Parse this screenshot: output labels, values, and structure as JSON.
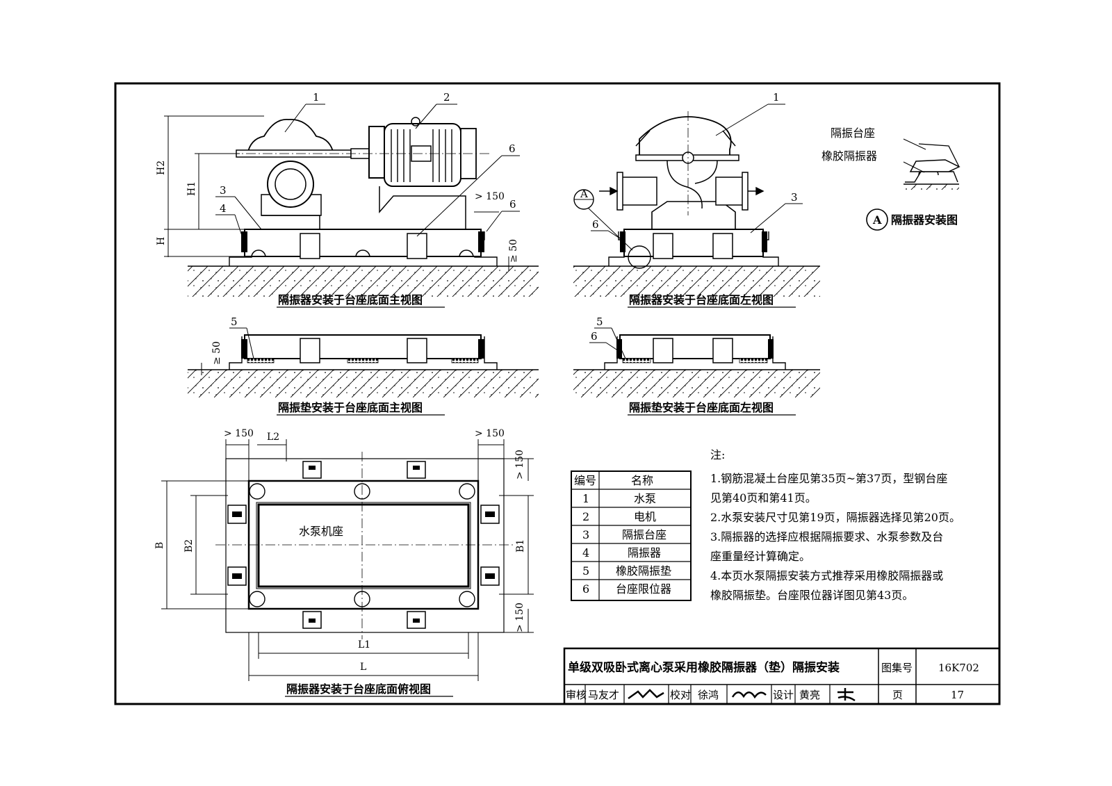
{
  "captions": {
    "front_isolator": "隔振器安装于台座底面主视图",
    "left_isolator": "隔振器安装于台座底面左视图",
    "front_pad": "隔振垫安装于台座底面主视图",
    "left_pad": "隔振垫安装于台座底面左视图",
    "top_isolator": "隔振器安装于台座底面俯视图"
  },
  "detail": {
    "label_base": "隔振台座",
    "label_isolator": "橡胶隔振器",
    "marker": "A",
    "title": "隔振器安装图"
  },
  "dims": {
    "H2": "H2",
    "H1": "H1",
    "H": "H",
    "gt150": "> 150",
    "ge50": "≥ 50",
    "L2": "L2",
    "L1": "L1",
    "L": "L",
    "B": "B",
    "B1": "B1",
    "B2": "B2"
  },
  "callouts": [
    "1",
    "2",
    "3",
    "4",
    "5",
    "6"
  ],
  "plan_label": "水泵机座",
  "legend": {
    "header": [
      "编号",
      "名称"
    ],
    "rows": [
      [
        "1",
        "水泵"
      ],
      [
        "2",
        "电机"
      ],
      [
        "3",
        "隔振台座"
      ],
      [
        "4",
        "隔振器"
      ],
      [
        "5",
        "橡胶隔振垫"
      ],
      [
        "6",
        "台座限位器"
      ]
    ]
  },
  "notes": {
    "title": "注:",
    "lines": [
      "1.钢筋混凝土台座见第35页~第37页，型钢台座",
      "  见第40页和第41页。",
      "2.水泵安装尺寸见第19页，隔振器选择见第20页。",
      "3.隔振器的选择应根据隔振要求、水泵参数及台",
      "  座重量经计算确定。",
      "4.本页水泵隔振安装方式推荐采用橡胶隔振器或",
      "  橡胶隔振垫。台座限位器详图见第43页。"
    ]
  },
  "title_block": {
    "title": "单级双吸卧式离心泵采用橡胶隔振器（垫）隔振安装",
    "atlas_label": "图集号",
    "atlas_no": "16K702",
    "review_label": "审核",
    "reviewer": "马友才",
    "check_label": "校对",
    "checker": "徐鸿",
    "design_label": "设计",
    "designer": "黄亮",
    "page_label": "页",
    "page_no": "17"
  }
}
